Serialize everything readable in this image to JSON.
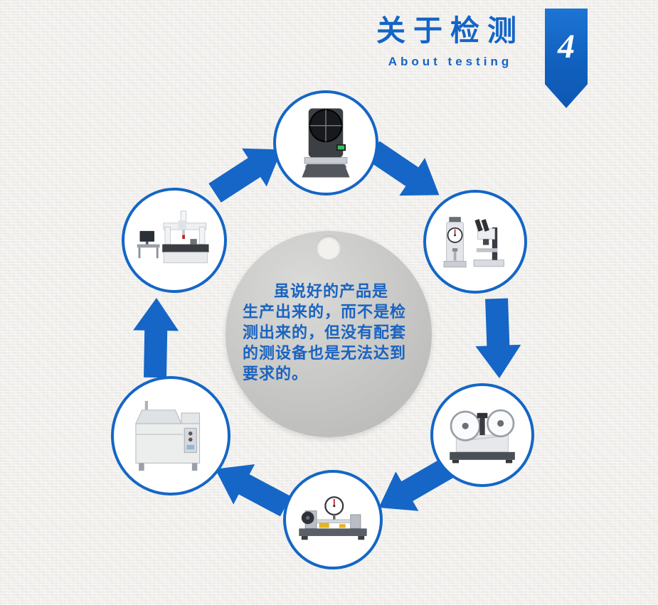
{
  "page": {
    "background": "#f2f1ee",
    "accent_blue": "#1565c4",
    "tag_gray": "#c6c6c4"
  },
  "header": {
    "title": "关于检测",
    "subtitle": "About testing",
    "badge_number": "4"
  },
  "center_note": {
    "lines": [
      "虽说好的产品是",
      "生产出来的，而不是检",
      "测出来的，但没有配套",
      "的测设备也是无法达到",
      "要求的。"
    ]
  },
  "cycle": {
    "direction": "clockwise",
    "items": [
      {
        "name": "profile-projector",
        "position": "top"
      },
      {
        "name": "hardness-tester-and-microscope",
        "position": "upper-right"
      },
      {
        "name": "tape-reel-tester",
        "position": "lower-right"
      },
      {
        "name": "concentricity-gauge",
        "position": "bottom"
      },
      {
        "name": "salt-spray-test-chamber",
        "position": "lower-left"
      },
      {
        "name": "coordinate-measuring-machine",
        "position": "upper-left"
      }
    ]
  }
}
